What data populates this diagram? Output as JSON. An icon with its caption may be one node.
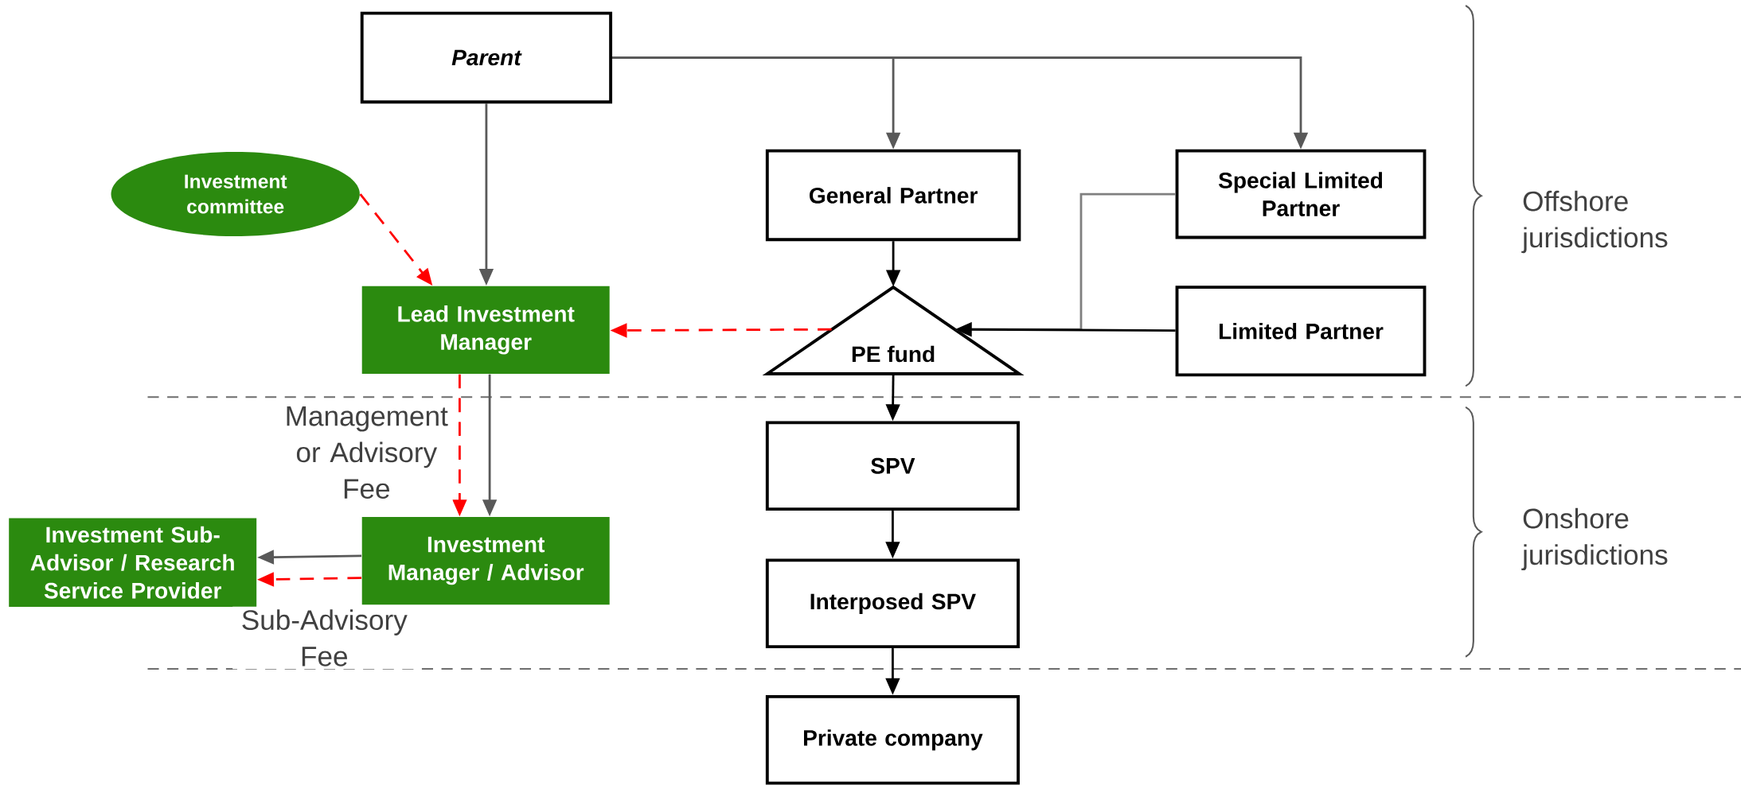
{
  "diagram": {
    "nodes": [
      {
        "text": [
          "Parent"
        ]
      },
      {
        "text": [
          "Investment committee"
        ]
      },
      {
        "text": [
          "General Partner"
        ]
      },
      {
        "text": [
          "Special Limited Partner"
        ]
      },
      {
        "text": [
          "Lead Investment Manager"
        ]
      },
      {
        "text": [
          "PE fund"
        ]
      },
      {
        "text": [
          "Limited Partner"
        ]
      },
      {
        "text": [
          "SPV"
        ]
      },
      {
        "text": [
          "Investment Sub-Advisor / Research Service Provider"
        ]
      },
      {
        "text": [
          "Investment Manager / Advisor"
        ]
      },
      {
        "text": [
          "Interposed SPV"
        ]
      },
      {
        "text": [
          "Private company"
        ]
      }
    ],
    "edges": [
      {
        "from": 0,
        "to": 2,
        "arrow": "to",
        "color": "#595959"
      },
      {
        "from": 0,
        "to": 3,
        "arrow": "to",
        "color": "#595959"
      },
      {
        "from": 0,
        "to": 4,
        "arrow": "to",
        "color": "#595959"
      },
      {
        "from": 1,
        "to": 4,
        "arrow": "to",
        "style": "dashed",
        "color": "#ff0000"
      },
      {
        "from": 2,
        "to": 5,
        "arrow": "to"
      },
      {
        "from": 3,
        "to": 5,
        "arrow": "to",
        "color": "#7f7f7f"
      },
      {
        "from": 6,
        "to": 5,
        "arrow": "to"
      },
      {
        "from": 5,
        "to": 4,
        "arrow": "to",
        "style": "dashed",
        "color": "#ff0000"
      },
      {
        "from": 5,
        "to": 7,
        "arrow": "to"
      },
      {
        "from": 4,
        "to": 9,
        "arrow": "to",
        "color": "#595959"
      },
      {
        "from": 4,
        "to": 9,
        "arrow": "to",
        "style": "dashed",
        "color": "#ff0000",
        "label": "Management or Advisory Fee"
      },
      {
        "from": 9,
        "to": 8,
        "arrow": "to",
        "color": "#595959"
      },
      {
        "from": 9,
        "to": 8,
        "arrow": "to",
        "style": "dashed",
        "color": "#ff0000",
        "label": "Sub-Advisory Fee"
      },
      {
        "from": 7,
        "to": 10,
        "arrow": "to"
      },
      {
        "from": 10,
        "to": 11,
        "arrow": "to"
      }
    ],
    "labels": [
      "Offshore jurisdictions",
      "Onshore jurisdictions"
    ]
  }
}
